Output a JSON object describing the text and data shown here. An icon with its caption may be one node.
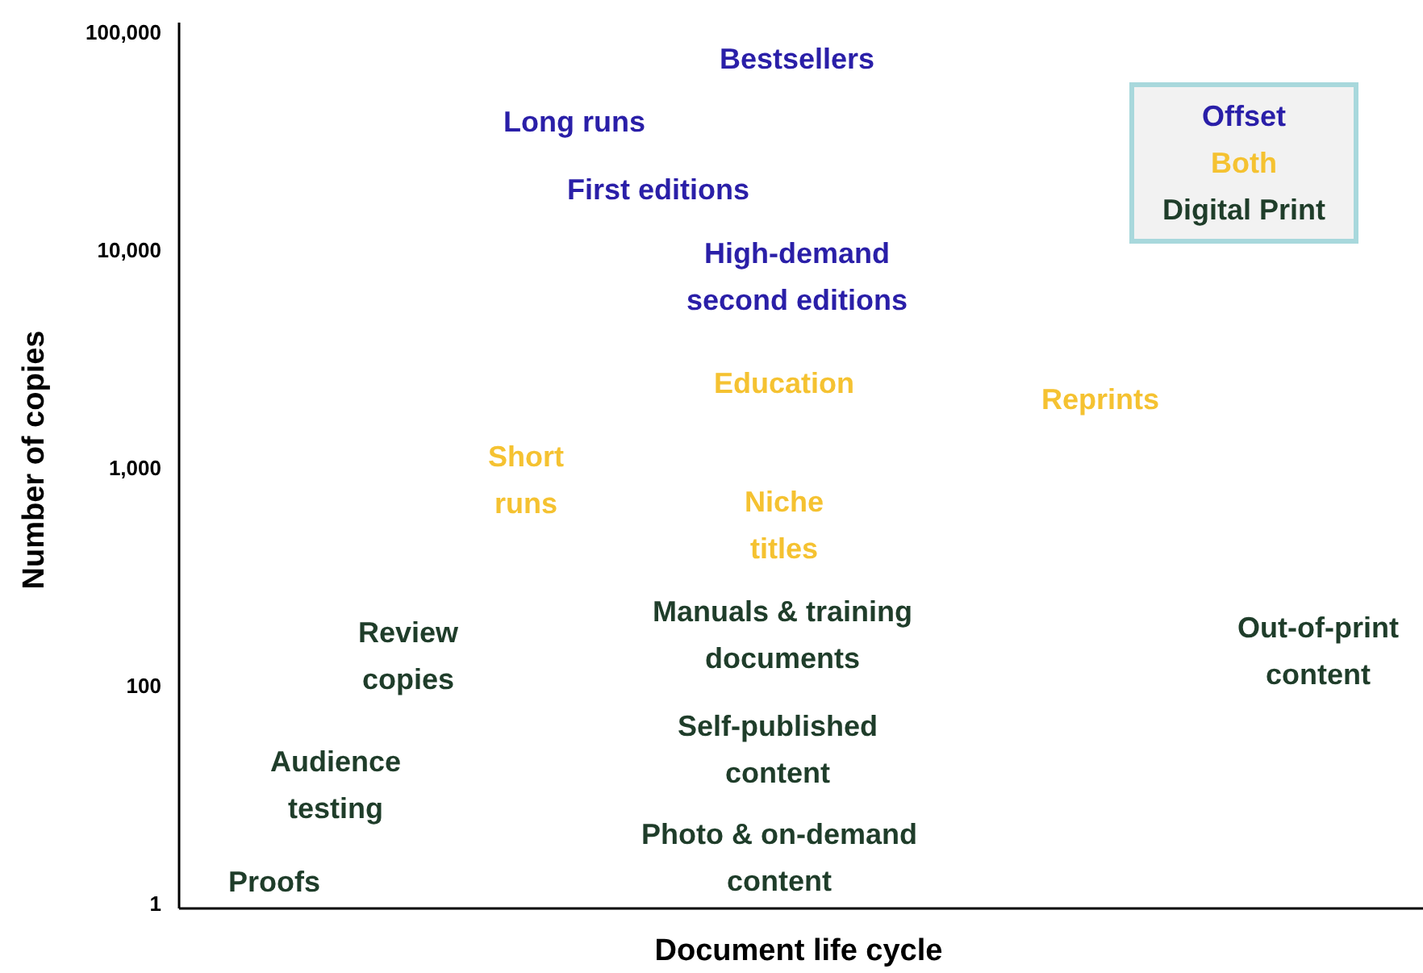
{
  "diagram": {
    "labels": [
      "100,000",
      "10,000",
      "1,000",
      "100",
      "1",
      "Number of copies",
      "Document life cycle",
      "Bestsellers",
      "Long runs",
      "First editions",
      "High-demand second editions",
      "Education",
      "Reprints",
      "Short runs",
      "Niche titles",
      "Manuals & training documents",
      "Review copies",
      "Out-of-print content",
      "Self-published content",
      "Audience testing",
      "Photo & on-demand content",
      "Proofs"
    ],
    "legend": [
      {
        "text": "Offset",
        "color": "#2a1fa8"
      },
      {
        "text": "Both",
        "color": "#f5c231"
      },
      {
        "text": "Digital Print",
        "color": "#1f3d2a"
      }
    ]
  }
}
